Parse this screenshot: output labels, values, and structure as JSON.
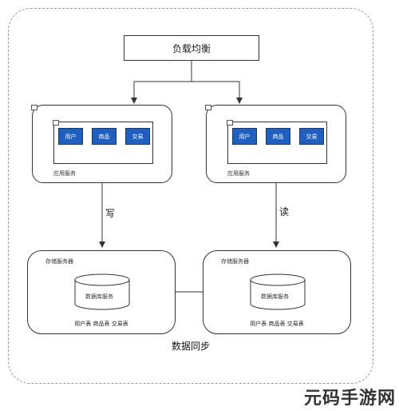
{
  "load_balancer": {
    "label": "负载均衡"
  },
  "app_services": [
    {
      "modules": [
        "用户",
        "商品",
        "交易"
      ],
      "caption": "应用服务"
    },
    {
      "modules": [
        "用户",
        "商品",
        "交易"
      ],
      "caption": "应用服务"
    }
  ],
  "edges": {
    "write_label": "写",
    "read_label": "读",
    "sync_label": "数据同步"
  },
  "storage_services": [
    {
      "caption": "存储服务器",
      "database": "数据库服务",
      "tables": "用户表 商品表 交易表"
    },
    {
      "caption": "存储服务器",
      "database": "数据库服务",
      "tables": "用户表 商品表 交易表"
    }
  ],
  "watermark": "元码手游网",
  "colors": {
    "module_fill": "#1f5fbf",
    "border": "#333333",
    "outer_dashed": "#999999"
  }
}
